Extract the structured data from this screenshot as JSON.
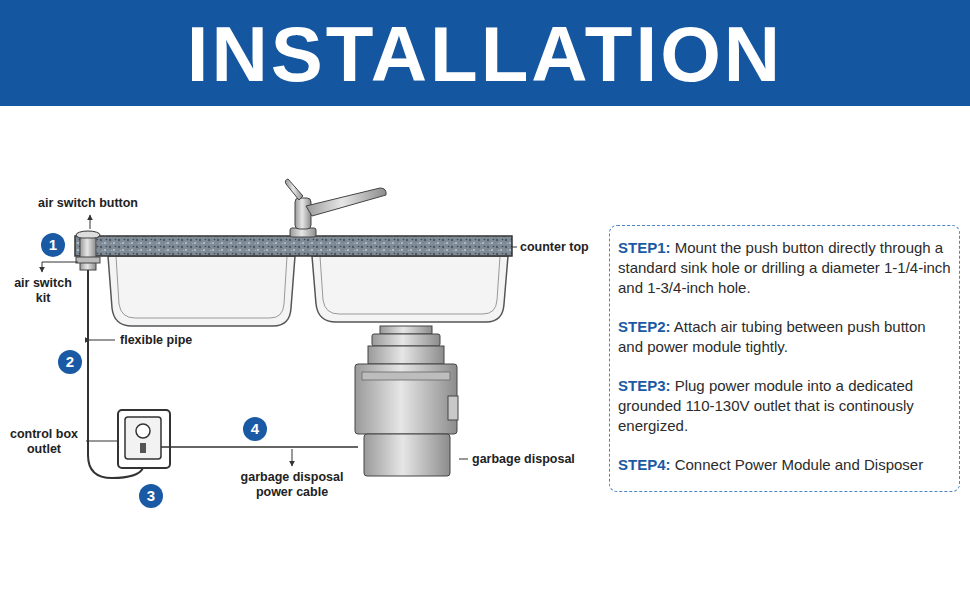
{
  "diagram": {
    "title": "INSTALLATION",
    "nodes": [
      {
        "text": [
          "1"
        ]
      },
      {
        "text": [
          "2"
        ]
      },
      {
        "text": [
          "3"
        ]
      },
      {
        "text": [
          "4"
        ]
      },
      {
        "text": [
          "STEP1:",
          "Mount the push button directly through a standard sink hole or drilling a diameter 1-1/4-inch and 1-3/4-inch hole.",
          "STEP2:",
          "Attach air tubing between push button and power module tightly.",
          "STEP3:",
          "Plug power module into a dedicated grounded 110-130V outlet that is continously energized.",
          "STEP4:",
          "Connect Power Module and Disposer"
        ]
      }
    ],
    "labels": [
      "air switch button",
      "counter top",
      "air switch kit",
      "flexible pipe",
      "control box outlet",
      "garbage disposal power cable",
      "garbage disposal"
    ]
  }
}
